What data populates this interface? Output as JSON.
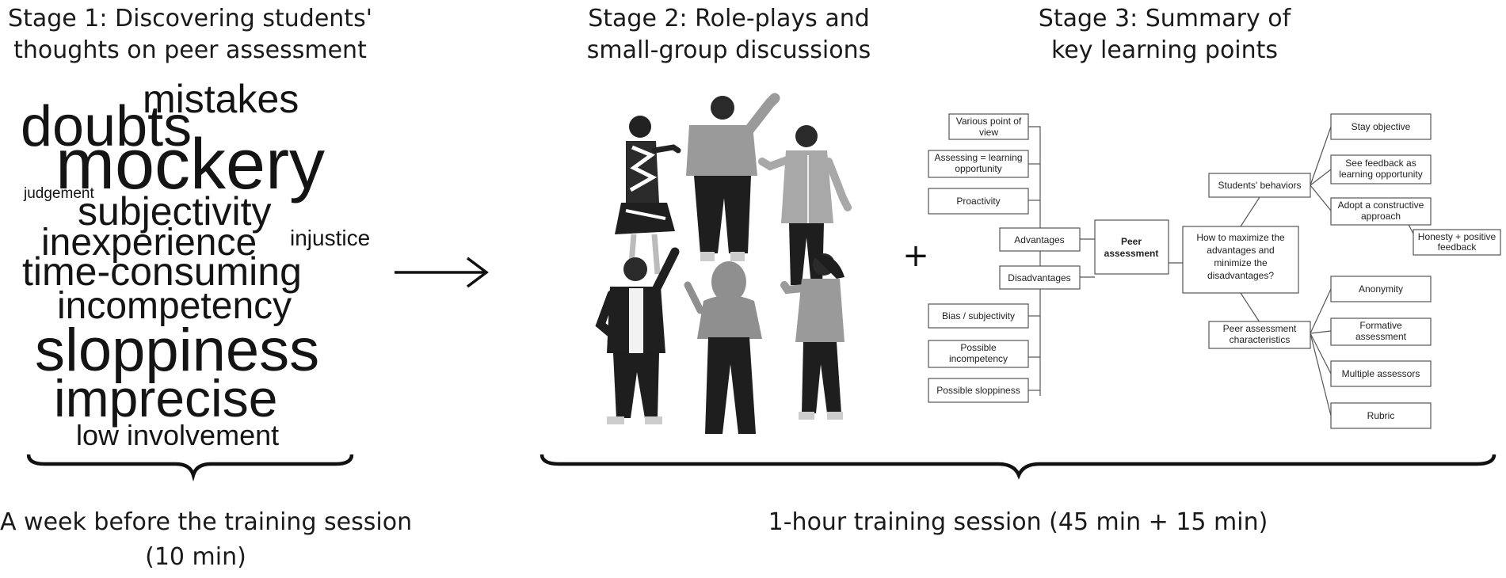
{
  "stages": [
    {
      "title_lines": [
        "Stage 1: Discovering students'",
        "thoughts on peer assessment"
      ]
    },
    {
      "title_lines": [
        "Stage 2: Role-plays and",
        "small-group discussions"
      ]
    },
    {
      "title_lines": [
        "Stage 3: Summary of",
        "key learning points"
      ]
    }
  ],
  "word_cloud": [
    {
      "word": "mistakes"
    },
    {
      "word": "doubts"
    },
    {
      "word": "mockery"
    },
    {
      "word": "judgement"
    },
    {
      "word": "subjectivity"
    },
    {
      "word": "inexperience"
    },
    {
      "word": "injustice"
    },
    {
      "word": "time-consuming"
    },
    {
      "word": "incompetency"
    },
    {
      "word": "sloppiness"
    },
    {
      "word": "imprecise"
    },
    {
      "word": "low involvement"
    }
  ],
  "arrow_icon": "right-arrow-icon",
  "plus_symbol": "+",
  "people_illustration": "group-of-people-illustration",
  "mind_map": {
    "center": [
      "Peer",
      "assessment"
    ],
    "advantages_label": "Advantages",
    "disadvantages_label": "Disadvantages",
    "advantages": [
      [
        "Various point of",
        "view"
      ],
      [
        "Assessing = learning",
        "opportunity"
      ],
      [
        "Proactivity"
      ]
    ],
    "disadvantages": [
      [
        "Bias / subjectivity"
      ],
      [
        "Possible",
        "incompetency"
      ],
      [
        "Possible sloppiness"
      ]
    ],
    "question": [
      "How to maximize the",
      "advantages and",
      "minimize the",
      "disadvantages?"
    ],
    "behaviors_label": "Students' behaviors",
    "behaviors": [
      [
        "Stay objective"
      ],
      [
        "See feedback as",
        "learning opportunity"
      ],
      [
        "Adopt a constructive",
        "approach"
      ]
    ],
    "behavior_sub": [
      "Honesty + positive",
      "feedback"
    ],
    "characteristics_label": [
      "Peer assessment",
      "characteristics"
    ],
    "characteristics": [
      [
        "Anonymity"
      ],
      [
        "Formative",
        "assessment"
      ],
      [
        "Multiple assessors"
      ],
      [
        "Rubric"
      ]
    ]
  },
  "captions": [
    {
      "lines": [
        "A week before the training session",
        "(10 min)"
      ]
    },
    {
      "lines": [
        "1-hour training session (45 min + 15 min)"
      ]
    }
  ]
}
